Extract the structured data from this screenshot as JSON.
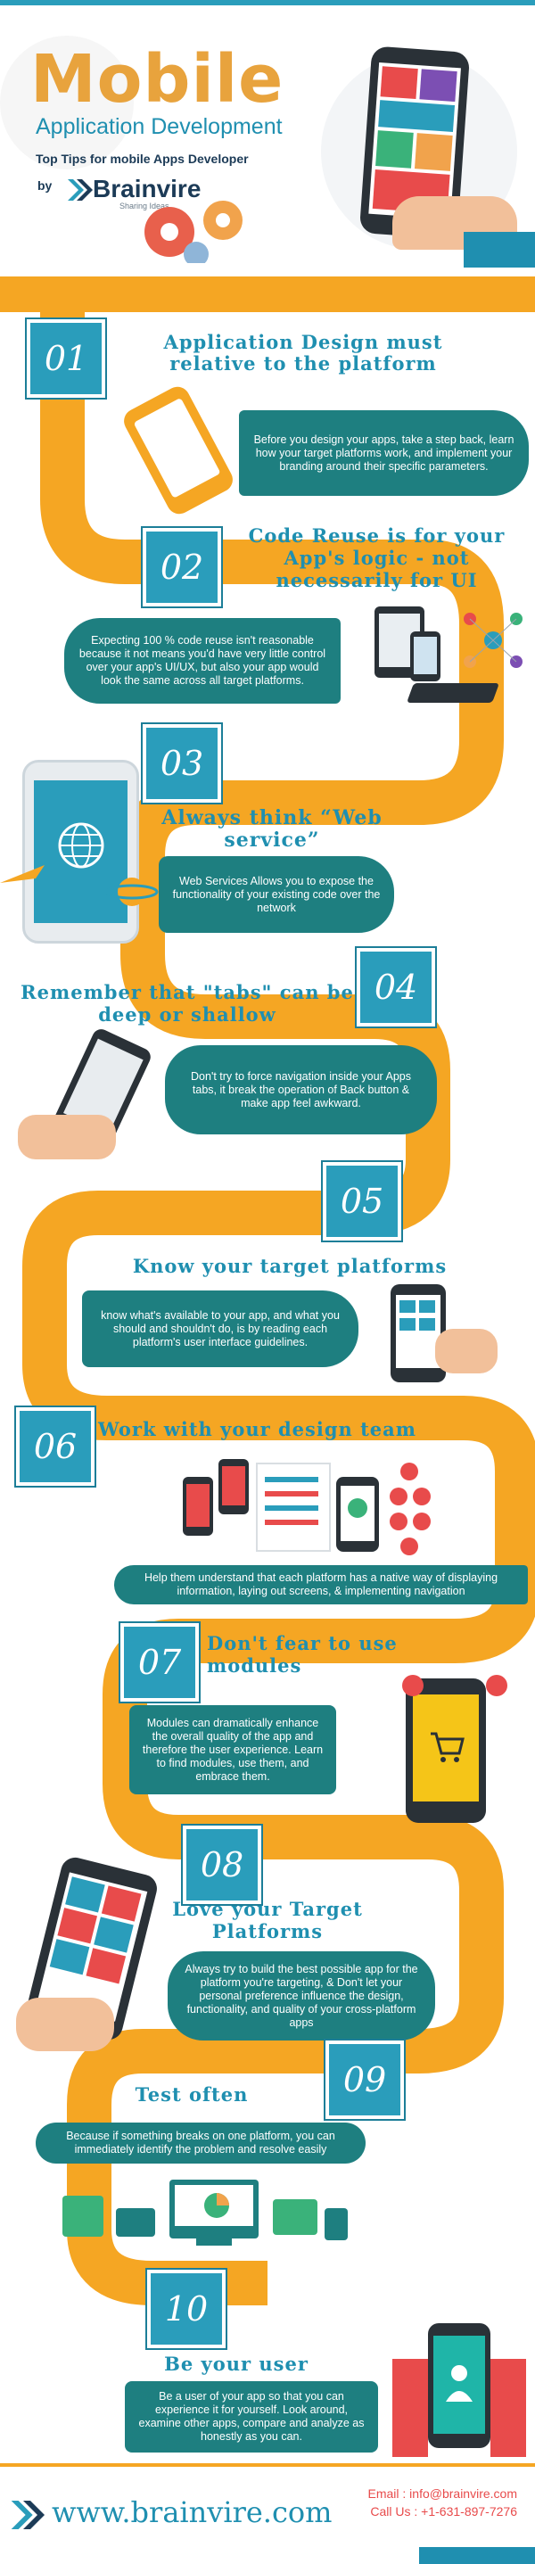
{
  "header": {
    "title": "Mobile",
    "subtitle": "Application Development",
    "tagline": "Top Tips for mobile Apps Developer",
    "by": "by",
    "brand": "Brainvire",
    "brand_tag": "Sharing Ideas"
  },
  "tips": [
    {
      "num": "01",
      "title": "Application Design must relative to the platform",
      "text": "Before you design your apps, take a step back, learn how your target platforms work, and implement your branding around their specific parameters."
    },
    {
      "num": "02",
      "title": "Code Reuse is for your App's logic - not necessarily for UI",
      "text": "Expecting 100 % code reuse isn't reasonable because it not means you'd have very little control over your app's UI/UX, but also your app would look the same across all target platforms."
    },
    {
      "num": "03",
      "title": "Always think “Web service”",
      "text": "Web Services Allows you to expose the functionality of your existing code over the network"
    },
    {
      "num": "04",
      "title": "Remember that \"tabs\" can be deep or shallow",
      "text": "Don't try to force navigation inside your Apps tabs, it break the operation of Back button & make  app feel awkward."
    },
    {
      "num": "05",
      "title": "Know your target platforms",
      "text": "know what's available to your app, and what you should and shouldn't do, is by reading each platform's user interface guidelines."
    },
    {
      "num": "06",
      "title": "Work with your design team",
      "text": "Help them understand that each platform has a native way of displaying information, laying out screens, & implementing navigation"
    },
    {
      "num": "07",
      "title": "Don't fear to use modules",
      "text": "Modules can dramatically enhance the overall quality of the app and therefore the user experience. Learn to find modules, use them, and embrace them."
    },
    {
      "num": "08",
      "title": "Love your Target Platforms",
      "text": "Always try to build the best possible app for the platform you're targeting, & Don't let your personal preference influence the design, functionality, and quality of your cross-platform apps"
    },
    {
      "num": "09",
      "title": "Test often",
      "text": "Because if something breaks on one platform, you can immediately identify the problem and resolve easily"
    },
    {
      "num": "10",
      "title": "Be your user",
      "text": "Be a user of your app so that you can experience it for yourself. Look around, examine other apps, compare and analyze as honestly as you can."
    }
  ],
  "footer": {
    "url": "www.brainvire.com",
    "email": "Email : info@brainvire.com",
    "call": "Call Us : +1-631-897-7276"
  },
  "colors": {
    "orange": "#f5a623",
    "teal": "#1e7f80",
    "blue": "#2a9dbb",
    "title_blue": "#1f8fb0",
    "header_orange": "#e8a33d"
  }
}
